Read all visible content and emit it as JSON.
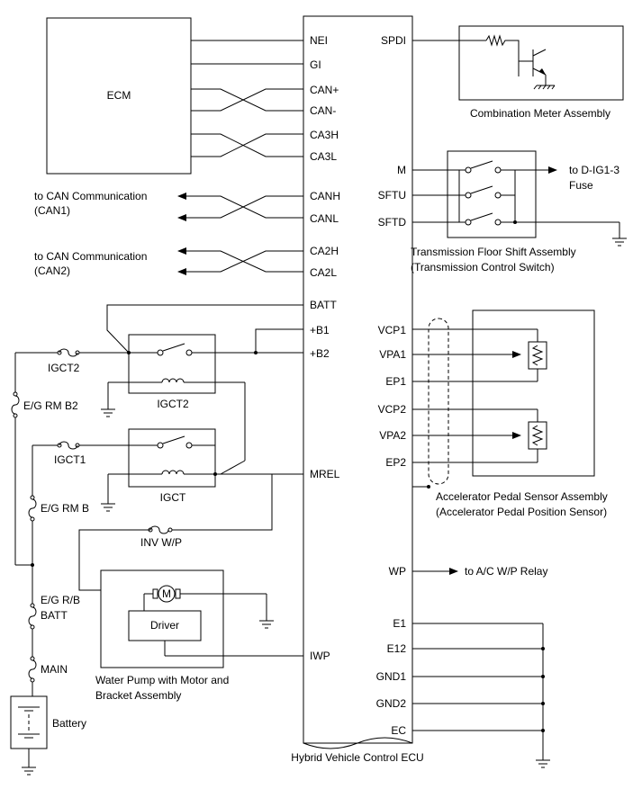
{
  "ecu": {
    "name": "Hybrid Vehicle Control ECU",
    "left_pins": [
      "NEI",
      "GI",
      "CAN+",
      "CAN-",
      "CA3H",
      "CA3L",
      "CANH",
      "CANL",
      "CA2H",
      "CA2L",
      "BATT",
      "+B1",
      "+B2",
      "MREL",
      "IWP"
    ],
    "right_pins": [
      "SPDI",
      "M",
      "SFTU",
      "SFTD",
      "VCP1",
      "VPA1",
      "EP1",
      "VCP2",
      "VPA2",
      "EP2",
      "WP",
      "E1",
      "E12",
      "GND1",
      "GND2",
      "EC"
    ]
  },
  "ecm": {
    "label": "ECM"
  },
  "can1": {
    "line1": "to CAN Communication",
    "line2": "(CAN1)"
  },
  "can2": {
    "line1": "to CAN Communication",
    "line2": "(CAN2)"
  },
  "combination_meter": {
    "label": "Combination Meter Assembly"
  },
  "shift": {
    "label1": "Transmission Floor Shift Assembly",
    "label2": "(Transmission Control Switch)",
    "to_fuse_line1": "to D-IG1-3",
    "to_fuse_line2": "Fuse"
  },
  "accel": {
    "label1": "Accelerator Pedal Sensor Assembly",
    "label2": "(Accelerator Pedal Position Sensor)"
  },
  "wp_relay": {
    "label": "to A/C W/P Relay"
  },
  "relays": {
    "igct2": "IGCT2",
    "igct": "IGCT"
  },
  "fuses": {
    "igct2": "IGCT2",
    "igct1": "IGCT1",
    "eg_rm_b2": "E/G RM B2",
    "eg_rm_b": "E/G RM B",
    "inv_wp": "INV W/P",
    "eg_rb_line1": "E/G R/B",
    "eg_rb_line2": "BATT",
    "main": "MAIN"
  },
  "battery": {
    "label": "Battery"
  },
  "pump": {
    "motor": "M",
    "driver": "Driver",
    "label1": "Water Pump with Motor and",
    "label2": "Bracket Assembly"
  }
}
